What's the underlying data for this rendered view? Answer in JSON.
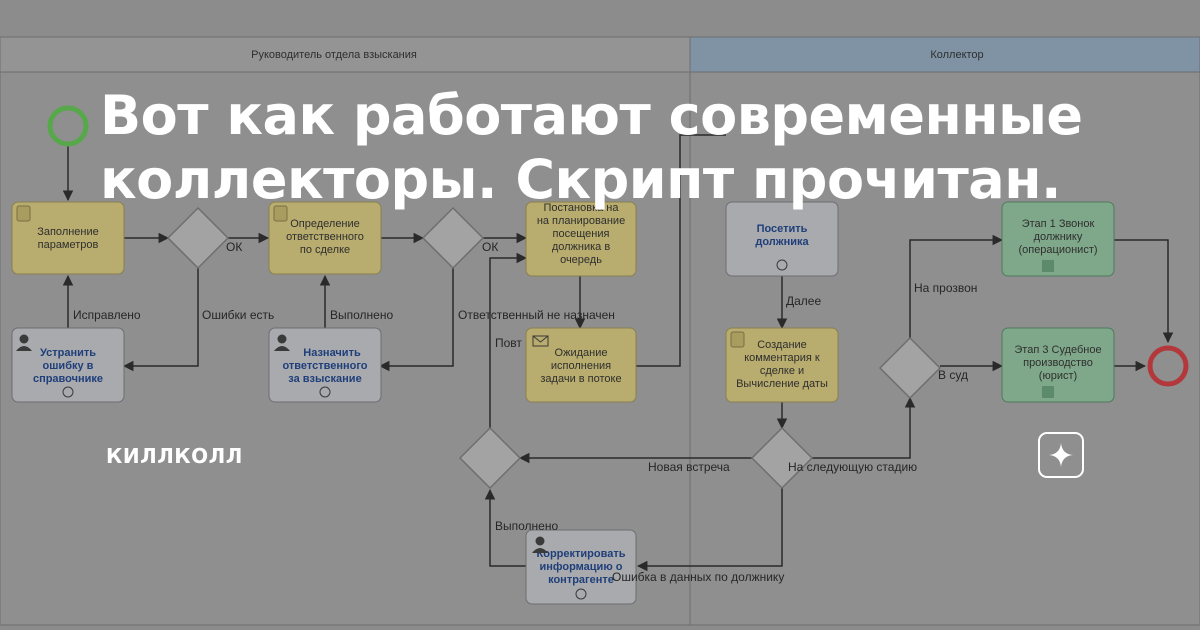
{
  "lanes": [
    {
      "title": "Руководитель отдела взыскания"
    },
    {
      "title": "Коллектор"
    }
  ],
  "tasks": [
    {
      "lines": [
        "Заполнение",
        "параметров"
      ],
      "kind": "script"
    },
    {
      "lines": [
        "Определение",
        "ответственного",
        "по сделке"
      ],
      "kind": "script"
    },
    {
      "lines": [
        "Постановка на",
        "на планирование",
        "посещения",
        "должника в",
        "очередь"
      ],
      "kind": "script"
    },
    {
      "lines": [
        "Устранить",
        "ошибку в",
        "справочнике"
      ],
      "kind": "user"
    },
    {
      "lines": [
        "Назначить",
        "ответственного",
        "за взыскание"
      ],
      "kind": "user"
    },
    {
      "lines": [
        "Ожидание",
        "исполнения",
        "задачи в потоке"
      ],
      "kind": "message"
    },
    {
      "lines": [
        "Корректировать",
        "информацию о",
        "контрагенте"
      ],
      "kind": "user"
    },
    {
      "lines": [
        "Посетить",
        "должника"
      ],
      "kind": "user"
    },
    {
      "lines": [
        "Создание",
        "комментария к",
        "сделке и",
        "Вычисление даты"
      ],
      "kind": "script"
    },
    {
      "lines": [
        "Этап 1 Звонок",
        "должнику",
        "(операционист)"
      ],
      "kind": "subprocess"
    },
    {
      "lines": [
        "Этап 3 Судебное",
        "производство",
        "(юрист)"
      ],
      "kind": "subprocess"
    }
  ],
  "flow_labels": [
    "ОК",
    "ОК",
    "Исправлено",
    "Ошибки есть",
    "Выполнено",
    "Ответственный не назначен",
    "Повт",
    "Далее",
    "На прозвон",
    "В суд",
    "Новая встреча",
    "На следующую стадию",
    "Выполнено",
    "Ошибка в данных по должнику"
  ],
  "headline": {
    "line1": "Вот как работают современные",
    "line2": "коллекторы. Скрипт прочитан."
  },
  "source": "КИЛЛКОЛЛ",
  "icons": {
    "action_button": "sparkle-icon"
  },
  "colors": {
    "overlay": "#8c8c8c",
    "task_yellow": "#b8ac6e",
    "task_user": "#a9aaae",
    "task_green": "#7fa88a",
    "lane_header_left": "#949494",
    "lane_header_right": "#7f93a5",
    "start_event": "#57a84a",
    "end_event": "#b3383c"
  }
}
